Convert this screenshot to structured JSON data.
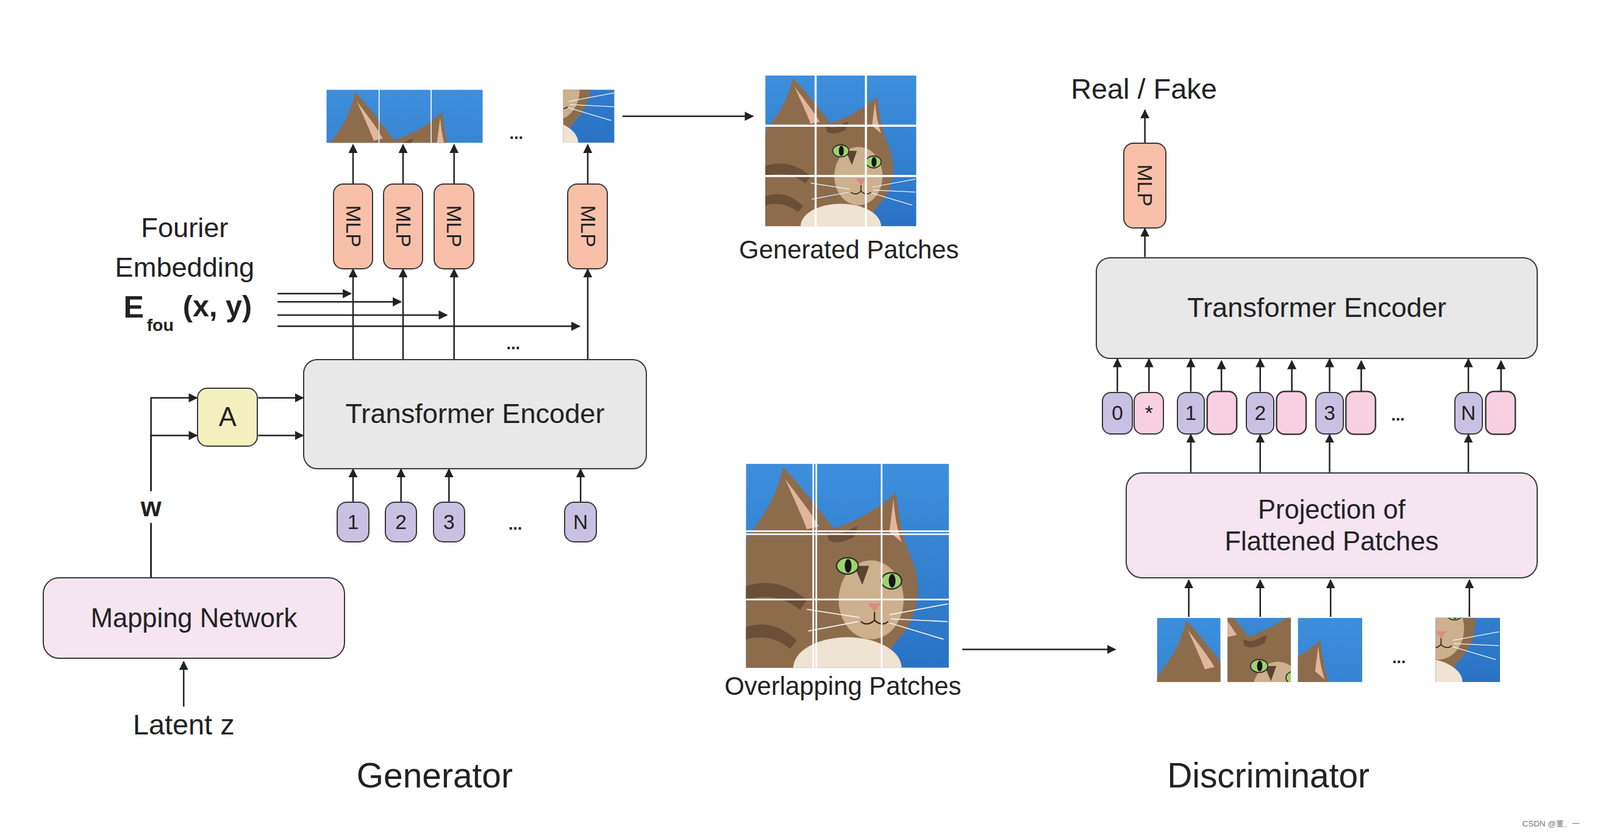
{
  "diagram": {
    "nodes": [
      {
        "text": [
          "Mapping Network"
        ]
      },
      {
        "text": [
          "A"
        ]
      },
      {
        "text": [
          "Transformer Encoder"
        ]
      },
      {
        "text": [
          "1"
        ]
      },
      {
        "text": [
          "2"
        ]
      },
      {
        "text": [
          "3"
        ]
      },
      {
        "text": [
          "N"
        ]
      },
      {
        "text": [
          "MLP"
        ]
      },
      {
        "text": [
          "MLP"
        ]
      },
      {
        "text": [
          "MLP"
        ]
      },
      {
        "text": [
          "MLP"
        ]
      },
      {
        "text": [
          "Projection of Flattened Patches"
        ]
      },
      {
        "text": [
          "0"
        ]
      },
      {
        "text": [
          "*"
        ]
      },
      {
        "text": [
          "1"
        ]
      },
      {
        "text": [
          "2"
        ]
      },
      {
        "text": [
          "3"
        ]
      },
      {
        "text": [
          "N"
        ]
      },
      {
        "text": [
          "Transformer Encoder"
        ]
      },
      {
        "text": [
          "MLP"
        ]
      }
    ],
    "edges": [
      {
        "from": 0,
        "to": 1,
        "arrow": "to",
        "label": "w"
      },
      {
        "from": 0,
        "to": 1,
        "arrow": "to"
      },
      {
        "from": 1,
        "to": 2,
        "arrow": "to"
      },
      {
        "from": 1,
        "to": 2,
        "arrow": "to"
      },
      {
        "from": 3,
        "to": 2,
        "arrow": "to"
      },
      {
        "from": 4,
        "to": 2,
        "arrow": "to"
      },
      {
        "from": 5,
        "to": 2,
        "arrow": "to"
      },
      {
        "from": 6,
        "to": 2,
        "arrow": "to"
      },
      {
        "from": 2,
        "to": 7,
        "arrow": "to"
      },
      {
        "from": 2,
        "to": 8,
        "arrow": "to"
      },
      {
        "from": 2,
        "to": 9,
        "arrow": "to"
      },
      {
        "from": 2,
        "to": 10,
        "arrow": "to"
      },
      {
        "from": 11,
        "to": 14,
        "arrow": "to"
      },
      {
        "from": 11,
        "to": 15,
        "arrow": "to"
      },
      {
        "from": 11,
        "to": 16,
        "arrow": "to"
      },
      {
        "from": 11,
        "to": 17,
        "arrow": "to"
      },
      {
        "from": 12,
        "to": 18,
        "arrow": "to"
      },
      {
        "from": 13,
        "to": 18,
        "arrow": "to"
      },
      {
        "from": 14,
        "to": 18,
        "arrow": "to"
      },
      {
        "from": 15,
        "to": 18,
        "arrow": "to"
      },
      {
        "from": 16,
        "to": 18,
        "arrow": "to"
      },
      {
        "from": 17,
        "to": 18,
        "arrow": "to"
      },
      {
        "from": 18,
        "to": 19,
        "arrow": "to"
      }
    ],
    "labels": [
      "Latent z",
      "Fourier Embedding",
      "E",
      "fou",
      "(x, y)",
      "...",
      "...",
      "...",
      "Generated Patches",
      "Overlapping Patches",
      "...",
      "...",
      "Real / Fake",
      "Generator",
      "Discriminator",
      "CSDN @董、一"
    ]
  }
}
